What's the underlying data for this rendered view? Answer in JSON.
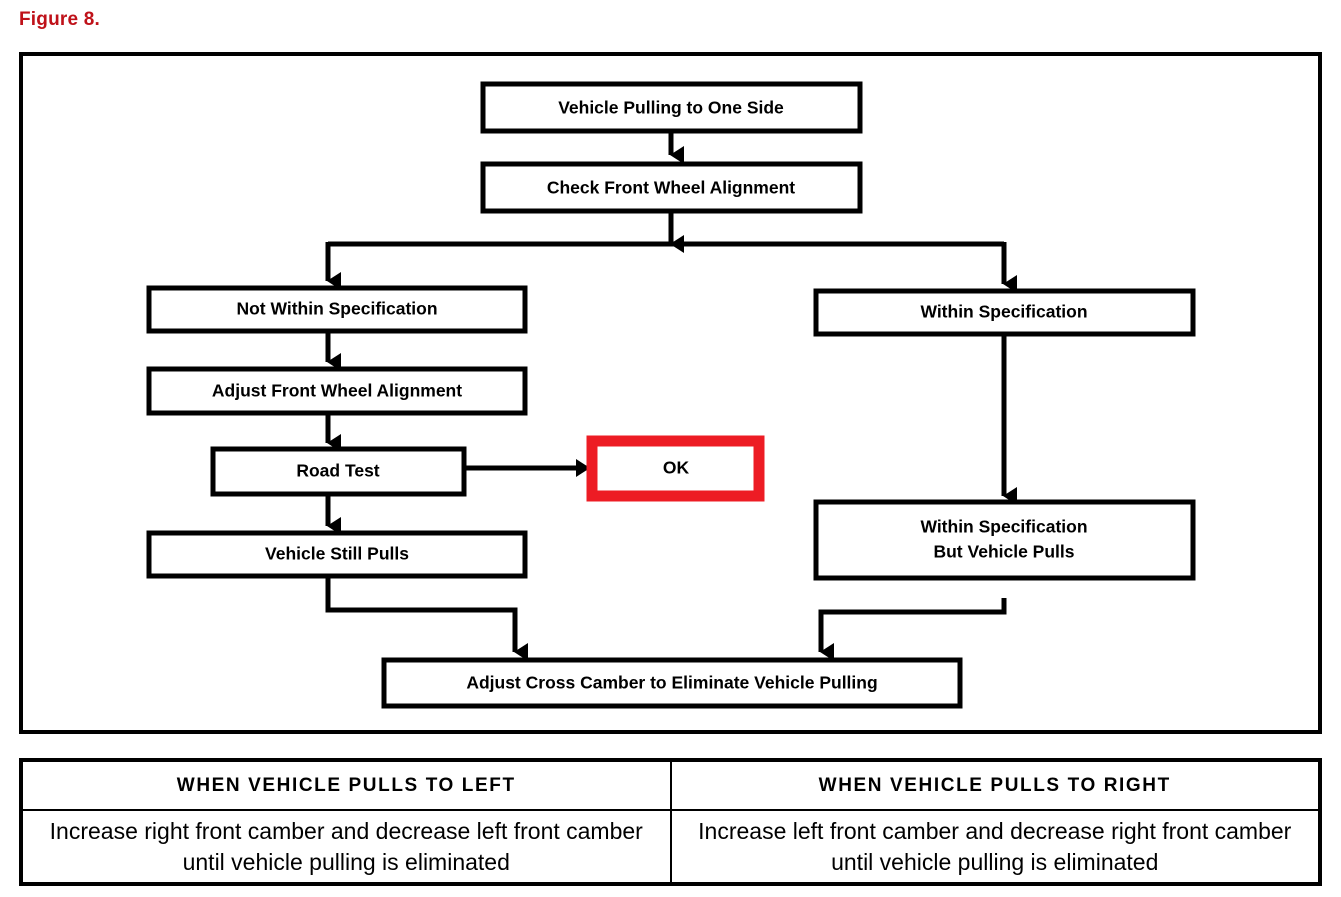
{
  "figure": {
    "caption": "Figure 8.",
    "caption_color": "#bf1119"
  },
  "colors": {
    "line": "#000000",
    "box_border": "#000000",
    "highlight_border": "#ed1c24",
    "background": "#ffffff"
  },
  "flowchart": {
    "type": "flowchart",
    "nodes": {
      "start": "Vehicle Pulling to One Side",
      "check": "Check Front Wheel Alignment",
      "not_within_spec": "Not Within Specification",
      "adjust_alignment": "Adjust Front Wheel Alignment",
      "road_test": "Road Test",
      "ok": "OK",
      "still_pulls": "Vehicle Still Pulls",
      "within_spec": "Within Specification",
      "within_spec_pulls_line1": "Within Specification",
      "within_spec_pulls_line2": "But Vehicle Pulls",
      "adjust_cross_camber": "Adjust Cross Camber to Eliminate Vehicle Pulling"
    },
    "edges": [
      {
        "from": "start",
        "to": "check"
      },
      {
        "from": "check",
        "to": "not_within_spec"
      },
      {
        "from": "check",
        "to": "within_spec"
      },
      {
        "from": "not_within_spec",
        "to": "adjust_alignment"
      },
      {
        "from": "adjust_alignment",
        "to": "road_test"
      },
      {
        "from": "road_test",
        "to": "ok"
      },
      {
        "from": "road_test",
        "to": "still_pulls"
      },
      {
        "from": "still_pulls",
        "to": "adjust_cross_camber"
      },
      {
        "from": "within_spec",
        "to": "within_spec_pulls"
      },
      {
        "from": "within_spec_pulls",
        "to": "adjust_cross_camber"
      }
    ]
  },
  "table": {
    "headers": [
      "WHEN VEHICLE PULLS TO LEFT",
      "WHEN VEHICLE PULLS TO RIGHT"
    ],
    "rows": [
      [
        "Increase right front camber and decrease left front camber until vehicle pulling is eliminated",
        "Increase left front camber and decrease right front camber until vehicle pulling is eliminated"
      ]
    ]
  }
}
